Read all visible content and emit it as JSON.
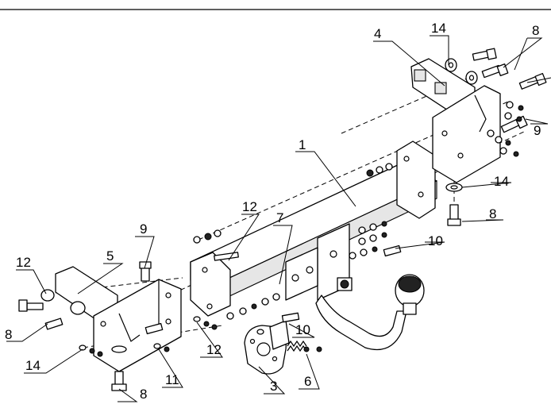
{
  "callouts": [
    {
      "id": "c1",
      "label": "1"
    },
    {
      "id": "c3",
      "label": "3"
    },
    {
      "id": "c4",
      "label": "4"
    },
    {
      "id": "c5",
      "label": "5"
    },
    {
      "id": "c6",
      "label": "6"
    },
    {
      "id": "c7",
      "label": "7"
    },
    {
      "id": "c8a",
      "label": "8"
    },
    {
      "id": "c8b",
      "label": "8"
    },
    {
      "id": "c8c",
      "label": "8"
    },
    {
      "id": "c8d",
      "label": "8"
    },
    {
      "id": "c9a",
      "label": "9"
    },
    {
      "id": "c9b",
      "label": "9"
    },
    {
      "id": "c10a",
      "label": "10"
    },
    {
      "id": "c10b",
      "label": "10"
    },
    {
      "id": "c11",
      "label": "11"
    },
    {
      "id": "c12a",
      "label": "12"
    },
    {
      "id": "c12b",
      "label": "12"
    },
    {
      "id": "c12c",
      "label": "12"
    },
    {
      "id": "c14a",
      "label": "14"
    },
    {
      "id": "c14b",
      "label": "14"
    },
    {
      "id": "c14c",
      "label": "14"
    }
  ]
}
